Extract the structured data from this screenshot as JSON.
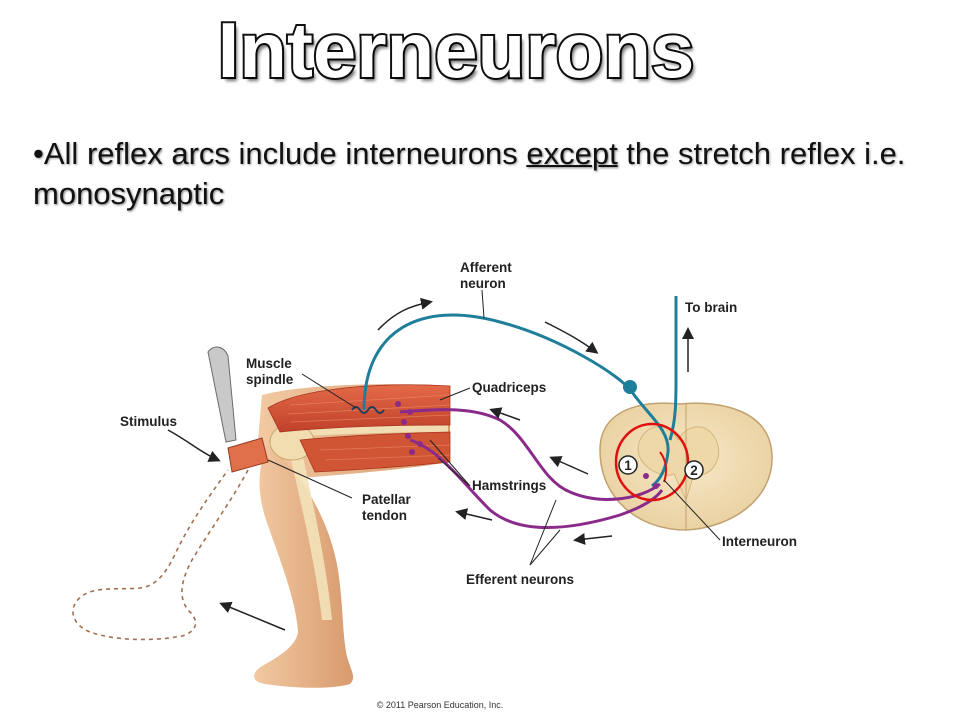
{
  "slide": {
    "title": "Interneurons",
    "bullet": {
      "marker": "•",
      "parts": [
        "All ",
        "reflex arcs",
        " include interneurons ",
        "except",
        " the stretch reflex i.e. ",
        "monosynaptic"
      ]
    }
  },
  "diagram": {
    "labels": {
      "afferent_line1": "Afferent",
      "afferent_line2": "neuron",
      "to_brain": "To brain",
      "muscle_spindle_line1": "Muscle",
      "muscle_spindle_line2": "spindle",
      "quadriceps": "Quadriceps",
      "stimulus": "Stimulus",
      "hamstrings": "Hamstrings",
      "patellar_line1": "Patellar",
      "patellar_line2": "tendon",
      "interneuron": "Interneuron",
      "efferent": "Efferent neurons",
      "circle_1": "1",
      "circle_2": "2"
    },
    "copyright": "© 2011 Pearson Education, Inc.",
    "colors": {
      "afferent": "#1f7f9a",
      "efferent": "#8a2a8a",
      "highlight": "#e01010",
      "spinal_cord": "#f3dfb8",
      "muscle": "#d9583a",
      "skin": "#e7b48a"
    }
  }
}
